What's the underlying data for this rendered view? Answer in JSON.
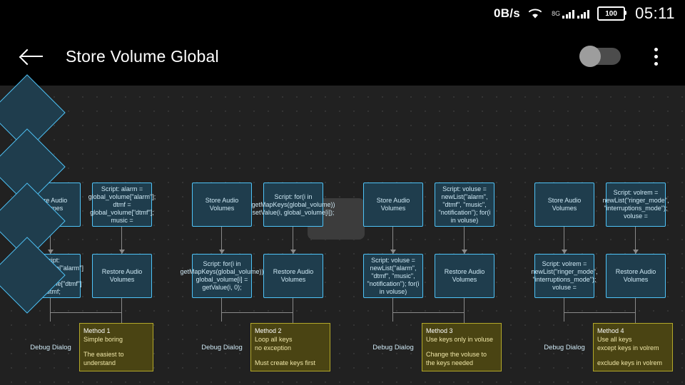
{
  "statusbar": {
    "network_speed": "0B/s",
    "wifi_icon": "wifi-icon",
    "signal_icon": "signal-bars-icon",
    "sim_label": "8G",
    "battery_level": "100",
    "clock": "05:11"
  },
  "appbar": {
    "back_icon": "back-arrow-icon",
    "title": "Store Volume Global",
    "toggle_state": "off",
    "overflow_icon": "kebab-menu-icon"
  },
  "diagram": {
    "start_node_label": "",
    "columns": [
      {
        "top_left": "Store Audio Volumes",
        "top_right": "Script: alarm = global_volume[\"alarm\"]; dtmf = global_volume[\"dtmf\"]; music =",
        "mid_left": "Script: global_volume[\"alarm\"] = alarm; global_volume[\"dtmf\"] = dtmf;",
        "mid_right": "Restore Audio Volumes",
        "diamond": "Debug Dialog",
        "note": {
          "title": "Method 1",
          "lines": [
            "Simple boring",
            "",
            "The easiest to",
            "understand"
          ]
        }
      },
      {
        "top_left": "Store Audio Volumes",
        "top_right": "Script: for(i in getMapKeys(global_volume)) setValue(i, global_volume[i]);",
        "mid_left": "Script: for(i in getMapKeys(global_volume)) global_volume[i] = getValue(i, 0);",
        "mid_right": "Restore Audio Volumes",
        "diamond": "Debug Dialog",
        "note": {
          "title": "Method 2",
          "lines": [
            "Loop all keys",
            "no exception",
            "",
            "Must create keys first"
          ]
        }
      },
      {
        "top_left": "Store Audio Volumes",
        "top_right": "Script: voluse = newList(\"alarm\", \"dtmf\", \"music\", \"notification\"); for(i in voluse)",
        "mid_left": "Script: voluse = newList(\"alarm\", \"dtmf\", \"music\", \"notification\"); for(i in voluse)",
        "mid_right": "Restore Audio Volumes",
        "diamond": "Debug Dialog",
        "note": {
          "title": "Method 3",
          "lines": [
            "Use keys only in voluse",
            "",
            "Change the voluse to",
            "the keys needed"
          ]
        }
      },
      {
        "top_left": "Store Audio Volumes",
        "top_right": "Script: volrem = newList(\"ringer_mode\", \"interruptions_mode\"); voluse =",
        "mid_left": "Script: volrem = newList(\"ringer_mode\", \"interruptions_mode\"); voluse =",
        "mid_right": "Restore Audio Volumes",
        "diamond": "Debug Dialog",
        "note": {
          "title": "Method 4",
          "lines": [
            "Use all keys",
            "except keys in volrem",
            "",
            "exclude keys in volrem"
          ]
        }
      }
    ]
  },
  "colors": {
    "node_fill": "#1f3d4d",
    "node_border": "#4fc3f7",
    "note_fill": "#4a4413",
    "note_border": "#b3a82a",
    "canvas_bg": "#212121"
  }
}
